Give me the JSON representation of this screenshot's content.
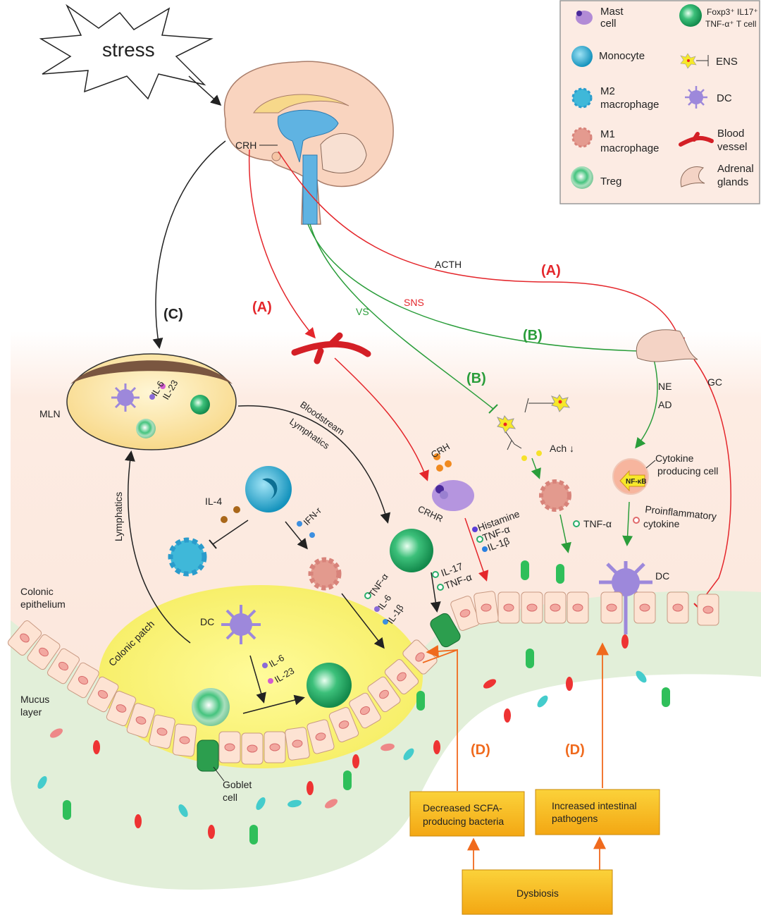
{
  "legend": {
    "items": [
      {
        "icon": "mast-cell-icon",
        "label": [
          "Mast",
          "cell"
        ]
      },
      {
        "icon": "monocyte-icon",
        "label": [
          "Monocyte"
        ]
      },
      {
        "icon": "m2-macrophage-icon",
        "label": [
          "M2",
          "macrophage"
        ]
      },
      {
        "icon": "m1-macrophage-icon",
        "label": [
          "M1",
          "macrophage"
        ]
      },
      {
        "icon": "treg-icon",
        "label": [
          "Treg"
        ]
      },
      {
        "icon": "t-cell-icon",
        "label": [
          "Foxp3⁺ IL17⁺",
          "TNF-α⁺ T cell"
        ]
      },
      {
        "icon": "ens-neuron-icon",
        "label": [
          "ENS"
        ]
      },
      {
        "icon": "dc-icon",
        "label": [
          "DC"
        ]
      },
      {
        "icon": "blood-vessel-icon",
        "label": [
          "Blood",
          "vessel"
        ]
      },
      {
        "icon": "adrenal-gland-icon",
        "label": [
          "Adrenal",
          "glands"
        ]
      }
    ]
  },
  "brain": {
    "stress": "stress",
    "crh": "CRH"
  },
  "pathways": {
    "acth": "ACTH",
    "a_right": "(A)",
    "a_left": "(A)",
    "sns": "SNS",
    "vs": "VS",
    "b_upper": "(B)",
    "b_lower": "(B)",
    "c": "(C)",
    "ne": "NE",
    "ad": "AD",
    "gc": "GC"
  },
  "mln": {
    "label": "MLN",
    "il6": "IL-6",
    "il23": "IL-23",
    "bloodstream": "Bloodstream",
    "lymphatics": "Lymphatics"
  },
  "mast": {
    "crh": "CRH",
    "crhr": "CRHR",
    "histamine": "Histamine",
    "tnf": "TNF-α",
    "il1b": "IL-1β"
  },
  "ens": {
    "ach": "Ach ↓",
    "tnf": "TNF-α"
  },
  "cytokine_cell": {
    "label": [
      "Cytokine",
      "producing cell"
    ],
    "nfkb": "NF-κB",
    "proinflam": [
      "Proinflammatory",
      "cytokine"
    ],
    "dc": "DC"
  },
  "monocyte": {
    "il4": "IL-4",
    "ifn": "IFN-r"
  },
  "tcell": {
    "il17": "IL-17",
    "tnf": "TNF-α"
  },
  "m1": {
    "tnf": "TNF-α",
    "il6": "IL-6",
    "il1b": "IL-1β"
  },
  "gut": {
    "lymphatics": "Lymphatics",
    "colonic_epithelium": [
      "Colonic",
      "epithelium"
    ],
    "colonic_patch": "Colonic patch",
    "dc": "DC",
    "il6": "IL-6",
    "il23": "IL-23",
    "mucus": [
      "Mucus",
      "layer"
    ],
    "goblet": [
      "Goblet",
      "cell"
    ]
  },
  "dysbiosis": {
    "d_left": "(D)",
    "d_right": "(D)",
    "scfa": [
      "Decreased SCFA-",
      "producing bacteria"
    ],
    "pathogens": [
      "Increased intestinal",
      "pathogens"
    ],
    "dysbiosis": "Dysbiosis"
  },
  "colors": {
    "hpa": "#e4262b",
    "autonomic": "#2a9d3a",
    "dysbiosis": "#f06a1d",
    "box": "#f9c21b"
  }
}
